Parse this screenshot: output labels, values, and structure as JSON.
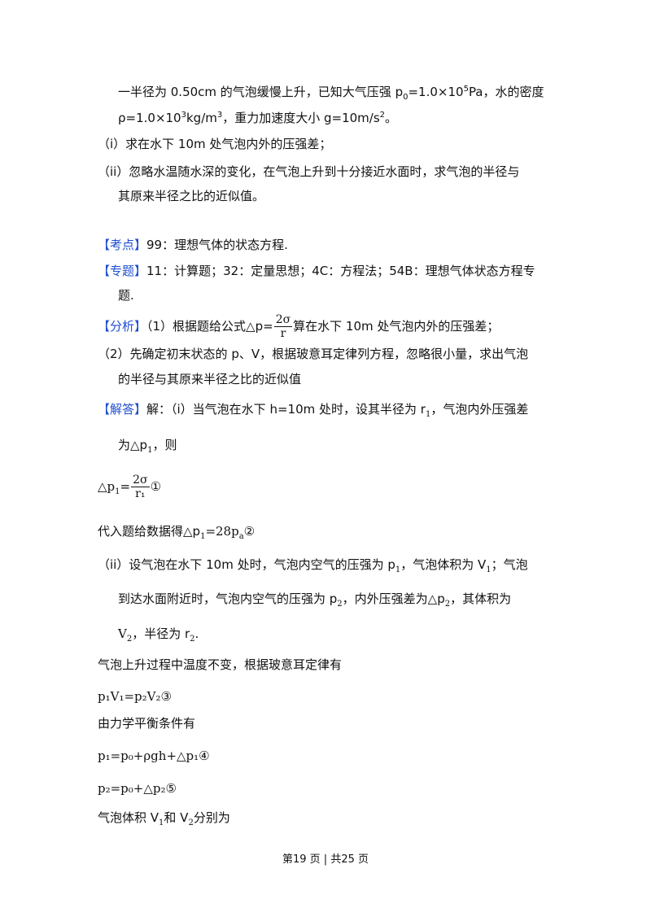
{
  "p1": {
    "l1a": "一半径为 0.50cm 的气泡缓慢上升，已知大气压强 p",
    "l1sub": "0",
    "l1b": "=1.0×10",
    "l1sup": "5",
    "l1c": "Pa，水的密度",
    "l2a": "ρ=1.0×10",
    "l2sup": "3",
    "l2b": "kg/m",
    "l2sup2": "3",
    "l2c": "，重力加速度大小 g=10m/s",
    "l2sup3": "2",
    "l2d": "。",
    "q1": "（i）求在水下 10m 处气泡内外的压强差；",
    "q2a": "（ii）忽略水温随水深的变化，在气泡上升到十分接近水面时，求气泡的半径与",
    "q2b": "其原来半径之比的近似值。"
  },
  "kaodian": {
    "tag": "【考点】",
    "text": "99：理想气体的状态方程."
  },
  "zhuanti": {
    "tag": "【专题】",
    "text1": "11：计算题；32：定量思想；4C：方程法；54B：理想气体状态方程专",
    "text2": "题."
  },
  "fenxi": {
    "tag": "【分析】",
    "a": "（1）根据题给公式△p=",
    "num": "2σ",
    "den": "r",
    "b": "算在水下 10m 处气泡内外的压强差；",
    "l2a": "（2）先确定初末状态的 p、V，根据玻意耳定律列方程，忽略很小量，求出气泡",
    "l2b": "的半径与其原来半径之比的近似值"
  },
  "jieda": {
    "tag": "【解答】",
    "a": "解：（i）当气泡在水下 h=10m 处时，设其半径为 r",
    "asub": "1",
    "b": "，气泡内外压强差",
    "c": "为△p",
    "csub": "1",
    "d": "，则",
    "eq1a": "△p",
    "eq1sub": "1",
    "eq1b": "=",
    "eq1num": "2σ",
    "eq1den": "r₁",
    "eq1mark": "①",
    "dairu": "代入题给数据得△p",
    "dairusub": "1",
    "dairub": "=28p",
    "dairusub2": "a",
    "dairumark": "②",
    "ii1a": "（ii）设气泡在水下 10m 处时，气泡内空气的压强为 p",
    "ii1sub": "1",
    "ii1b": "，气泡体积为 V",
    "ii1sub2": "1",
    "ii1c": "；气泡",
    "ii2a": "到达水面附近时，气泡内空气的压强为 p",
    "ii2sub": "2",
    "ii2b": "，内外压强差为△p",
    "ii2sub2": "2",
    "ii2c": "，其体积为",
    "ii3a": "V",
    "ii3sub": "2",
    "ii3b": "，半径为 r",
    "ii3sub2": "2",
    "ii3c": ".",
    "boyi": "气泡上升过程中温度不变，根据玻意耳定律有",
    "eq3": "p₁V₁=p₂V₂",
    "eq3mark": "③",
    "lixue": "由力学平衡条件有",
    "eq4": "p₁=p₀+ρgh+△p₁",
    "eq4mark": "④",
    "eq5": "p₂=p₀+△p₂",
    "eq5mark": "⑤",
    "last_a": "气泡体积 V",
    "last_sub1": "1",
    "last_b": "和 V",
    "last_sub2": "2",
    "last_c": "分别为"
  },
  "footer": {
    "text": "第19 页  |  共25 页"
  }
}
